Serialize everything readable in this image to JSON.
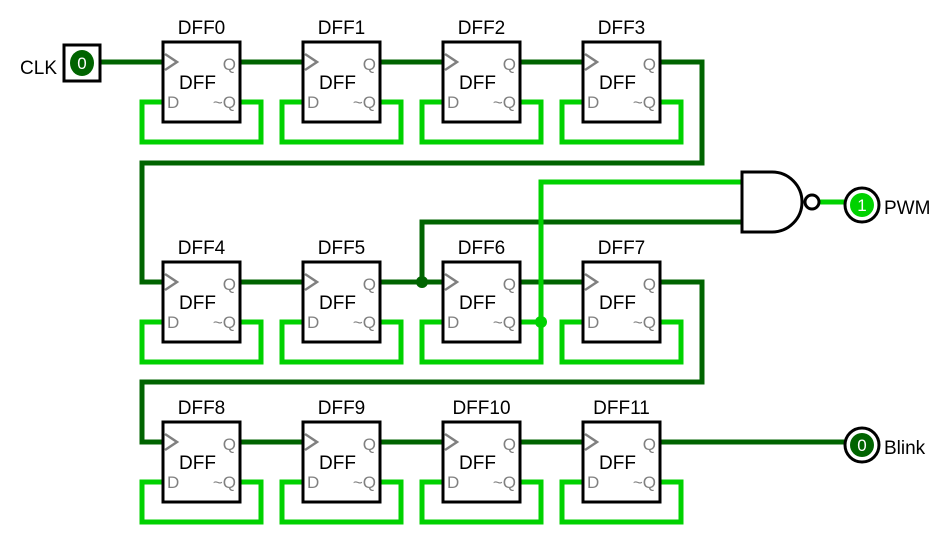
{
  "colors": {
    "wire_low": "#006400",
    "wire_high": "#00d200",
    "component_stroke": "#000000",
    "pin_label": "#808080"
  },
  "inputs": [
    {
      "id": "clk",
      "label": "CLK",
      "value": "0"
    }
  ],
  "outputs": [
    {
      "id": "pwm",
      "label": "PWM",
      "value": "1"
    },
    {
      "id": "blink",
      "label": "Blink",
      "value": "0"
    }
  ],
  "gate": {
    "id": "nand",
    "type": "NAND",
    "icon": "nand-gate-icon"
  },
  "flipflops": [
    {
      "name": "DFF0",
      "type": "DFF",
      "pin_clk": ">",
      "pin_d": "D",
      "pin_q": "Q",
      "pin_nq": "~Q"
    },
    {
      "name": "DFF1",
      "type": "DFF",
      "pin_clk": ">",
      "pin_d": "D",
      "pin_q": "Q",
      "pin_nq": "~Q"
    },
    {
      "name": "DFF2",
      "type": "DFF",
      "pin_clk": ">",
      "pin_d": "D",
      "pin_q": "Q",
      "pin_nq": "~Q"
    },
    {
      "name": "DFF3",
      "type": "DFF",
      "pin_clk": ">",
      "pin_d": "D",
      "pin_q": "Q",
      "pin_nq": "~Q"
    },
    {
      "name": "DFF4",
      "type": "DFF",
      "pin_clk": ">",
      "pin_d": "D",
      "pin_q": "Q",
      "pin_nq": "~Q"
    },
    {
      "name": "DFF5",
      "type": "DFF",
      "pin_clk": ">",
      "pin_d": "D",
      "pin_q": "Q",
      "pin_nq": "~Q"
    },
    {
      "name": "DFF6",
      "type": "DFF",
      "pin_clk": ">",
      "pin_d": "D",
      "pin_q": "Q",
      "pin_nq": "~Q"
    },
    {
      "name": "DFF7",
      "type": "DFF",
      "pin_clk": ">",
      "pin_d": "D",
      "pin_q": "Q",
      "pin_nq": "~Q"
    },
    {
      "name": "DFF8",
      "type": "DFF",
      "pin_clk": ">",
      "pin_d": "D",
      "pin_q": "Q",
      "pin_nq": "~Q"
    },
    {
      "name": "DFF9",
      "type": "DFF",
      "pin_clk": ">",
      "pin_d": "D",
      "pin_q": "Q",
      "pin_nq": "~Q"
    },
    {
      "name": "DFF10",
      "type": "DFF",
      "pin_clk": ">",
      "pin_d": "D",
      "pin_q": "Q",
      "pin_nq": "~Q"
    },
    {
      "name": "DFF11",
      "type": "DFF",
      "pin_clk": ">",
      "pin_d": "D",
      "pin_q": "Q",
      "pin_nq": "~Q"
    }
  ]
}
